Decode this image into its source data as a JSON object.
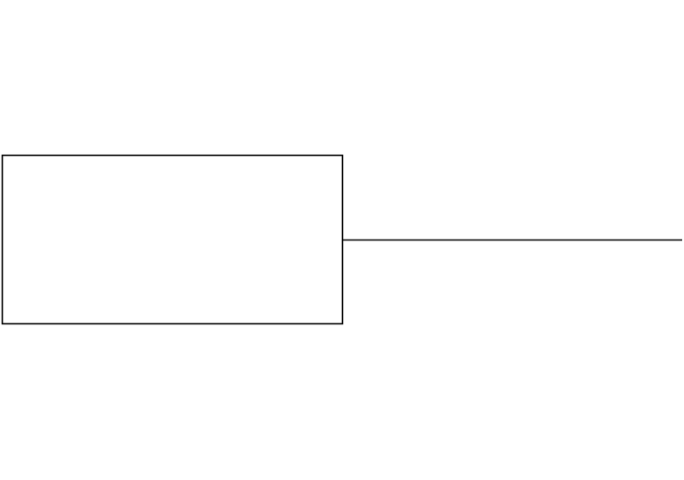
{
  "diagram": {
    "stroke_color": "#000000",
    "background_color": "#ffffff",
    "nodes": [
      {
        "id": "box",
        "label": ""
      }
    ],
    "edges": [
      {
        "from": "box",
        "to": "right-edge",
        "label": ""
      }
    ]
  }
}
